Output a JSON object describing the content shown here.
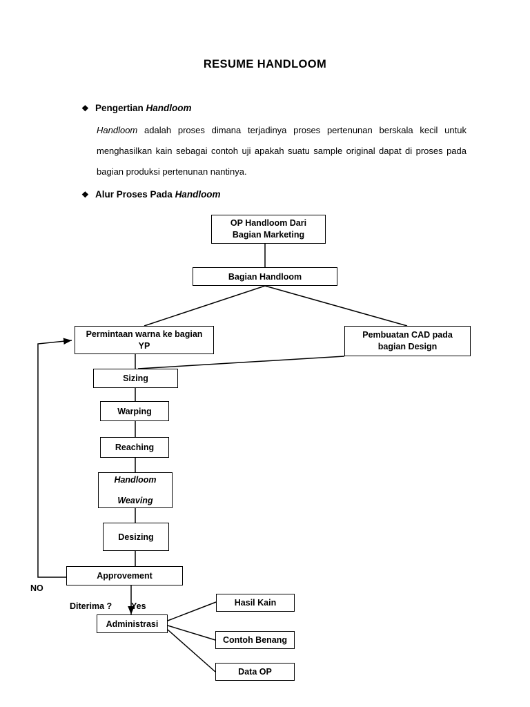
{
  "document": {
    "title": "RESUME HANDLOOM",
    "bullet_marker": "❖",
    "sections": [
      {
        "heading_plain": "Pengertian ",
        "heading_italic": "Handloom",
        "body_lead_italic": "Handloom",
        "body_text": " adalah proses dimana terjadinya proses pertenunan berskala kecil untuk menghasilkan kain sebagai contoh uji apakah suatu sample original dapat di proses pada bagian produksi pertenunan nantinya."
      },
      {
        "heading_plain": "Alur Proses Pada ",
        "heading_italic": "Handloom"
      }
    ]
  },
  "flowchart": {
    "nodes": [
      {
        "id": "op-handloom",
        "label": "OP Handloom Dari\nBagian Marketing"
      },
      {
        "id": "bagian-handloom",
        "label": "Bagian Handloom"
      },
      {
        "id": "permintaan-warna",
        "label": "Permintaan warna ke bagian\nYP"
      },
      {
        "id": "pembuatan-cad",
        "label": "Pembuatan CAD pada\nbagian Design"
      },
      {
        "id": "sizing",
        "label": "Sizing"
      },
      {
        "id": "warping",
        "label": "Warping"
      },
      {
        "id": "reaching",
        "label": "Reaching"
      },
      {
        "id": "handloom-weaving",
        "label": "Handloom\nWeaving"
      },
      {
        "id": "desizing",
        "label": "Desizing"
      },
      {
        "id": "approvement",
        "label": "Approvement"
      },
      {
        "id": "administrasi",
        "label": "Administrasi"
      },
      {
        "id": "hasil-kain",
        "label": "Hasil Kain"
      },
      {
        "id": "contoh-benang",
        "label": "Contoh Benang"
      },
      {
        "id": "data-op",
        "label": "Data OP"
      }
    ],
    "labels": {
      "no": "NO",
      "diterima": "Diterima ?",
      "yes": "Yes"
    },
    "colors": {
      "line": "#000000",
      "box_border": "#000000",
      "background": "#ffffff"
    }
  }
}
